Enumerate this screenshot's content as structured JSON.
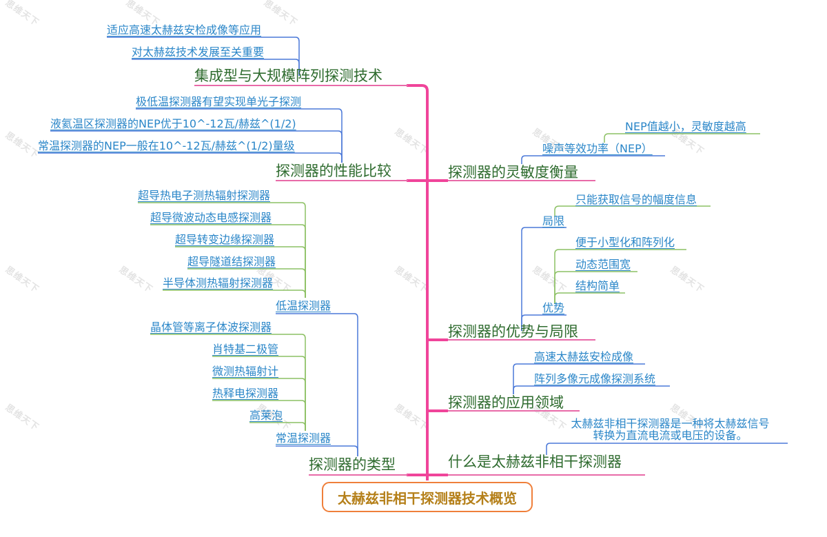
{
  "root": {
    "label": "太赫兹非相干探测器技术概览"
  },
  "colors": {
    "trunk": "#f0449a",
    "main_text": "#2e6b2e",
    "sub_text": "#2a86c8",
    "line_blue": "#4a78d8",
    "line_green": "#8cc063",
    "root_border": "#ef7f3a",
    "root_text": "#b5801a"
  },
  "left_branches": {
    "integration": {
      "label": "集成型与大规模阵列探测技术",
      "children": [
        "适应高速太赫兹安检成像等应用",
        "对太赫兹技术发展至关重要"
      ]
    },
    "performance": {
      "label": "探测器的性能比较",
      "children": [
        "极低温探测器有望实现单光子探测",
        "液氦温区探测器的NEP优于10^-12瓦/赫兹^(1/2)",
        "常温探测器的NEP一般在10^-12瓦/赫兹^(1/2)量级"
      ]
    },
    "types": {
      "label": "探测器的类型",
      "low_temp": {
        "label": "低温探测器",
        "children": [
          "超导热电子测热辐射探测器",
          "超导微波动态电感探测器",
          "超导转变边缘探测器",
          "超导隧道结探测器",
          "半导体测热辐射探测器"
        ]
      },
      "room_temp": {
        "label": "常温探测器",
        "children": [
          "晶体管等离子体波探测器",
          "肖特基二极管",
          "微测热辐射计",
          "热释电探测器",
          "高莱泡"
        ]
      }
    }
  },
  "right_branches": {
    "sensitivity": {
      "label": "探测器的灵敏度衡量",
      "nep": {
        "label": "噪声等效功率（NEP）",
        "children": [
          "NEP值越小，灵敏度越高"
        ]
      }
    },
    "pros_cons": {
      "label": "探测器的优势与局限",
      "limits": {
        "label": "局限",
        "children": [
          "只能获取信号的幅度信息"
        ]
      },
      "advantages": {
        "label": "优势",
        "children": [
          "便于小型化和阵列化",
          "动态范围宽",
          "结构简单"
        ]
      }
    },
    "applications": {
      "label": "探测器的应用领域",
      "children": [
        "高速太赫兹安检成像",
        "阵列多像元成像探测系统"
      ]
    },
    "definition": {
      "label": "什么是太赫兹非相干探测器",
      "description_line1": "太赫兹非相干探测器是一种将太赫兹信号",
      "description_line2": "转换为直流电流或电压的设备。"
    }
  },
  "watermark": {
    "text": "思维天下"
  }
}
